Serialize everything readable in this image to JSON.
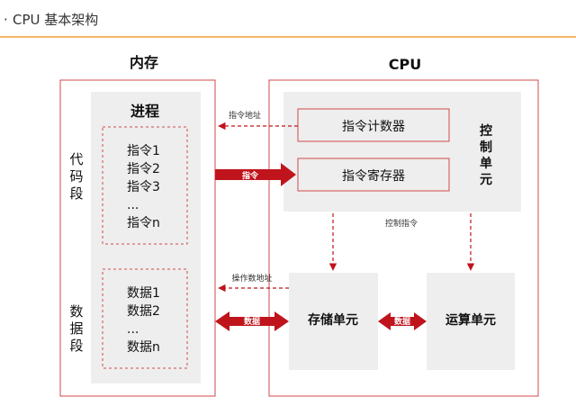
{
  "header": {
    "title": "CPU 基本架构"
  },
  "memory": {
    "title": "内存",
    "process_label": "进程",
    "code_segment_label": "代码段",
    "data_segment_label": "数据段",
    "instructions": [
      "指令1",
      "指令2",
      "指令3",
      "...",
      "指令n"
    ],
    "data_items": [
      "数据1",
      "数据2",
      "...",
      "数据n"
    ]
  },
  "cpu": {
    "title": "CPU",
    "control_unit_label": "控制单元",
    "program_counter": "指令计数器",
    "instruction_register": "指令寄存器",
    "storage_unit": "存储单元",
    "alu": "运算单元"
  },
  "arrows": {
    "instruction_address": "指令地址",
    "instruction": "指令",
    "control_instruction": "控制指令",
    "operand_address": "操作数地址",
    "data_memory": "数据",
    "data_internal": "数据"
  },
  "colors": {
    "accent_orange": "#f0a030",
    "border_red": "#d04a4a",
    "arrow_red": "#c0141c",
    "panel_gray": "#eeeeee"
  }
}
